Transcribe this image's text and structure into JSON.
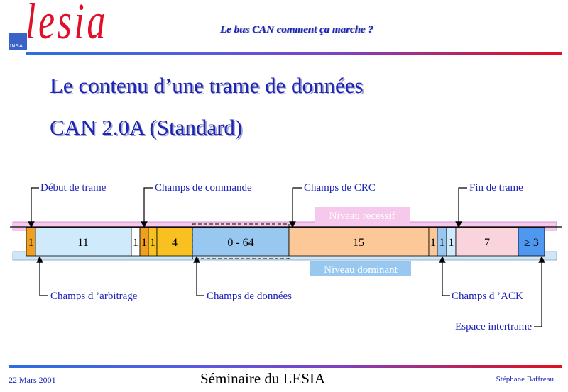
{
  "header": {
    "logo_text": "lesia",
    "logo_sub": "INSA",
    "title": "Le bus CAN comment ça marche ?"
  },
  "slide": {
    "title_line1": "Le contenu d’une trame de données",
    "title_line2": "CAN 2.0A (Standard)"
  },
  "levels": {
    "recessive": "Niveau recessif",
    "dominant": "Niveau dominant"
  },
  "frame_fields": {
    "sof": "1",
    "arbitration": "11",
    "ctrl_a": "1",
    "ctrl_b": "1",
    "ctrl_c": "1",
    "dlc": "4",
    "data": "0 - 64",
    "crc": "15",
    "crc_delim": "1",
    "ack_slot": "1",
    "ack_delim": "1",
    "eof": "7",
    "ifs": "≥ 3"
  },
  "callouts": {
    "start_of_frame": "Début de trame",
    "control_field": "Champs de commande",
    "crc_field": "Champs de CRC",
    "end_of_frame": "Fin de trame",
    "arbitration_field": "Champs d ’arbitrage",
    "data_field": "Champs de données",
    "ack_field": "Champs d ’ACK",
    "interframe_space": "Espace intertrame"
  },
  "colors": {
    "brand_blue": "#1c23b8",
    "brand_red": "#e0102a",
    "recessive_band": "#f6c8ec",
    "dominant_band": "#cfe6f6",
    "orange": "#f0a020",
    "light_blue": "#cfeafa",
    "gold": "#f8c020",
    "data_blue": "#98c8f0",
    "peach": "#fcc898",
    "pink": "#fad4dc",
    "ifs_blue": "#4f98f0"
  },
  "footer": {
    "date": "22 Mars 2001",
    "center": "Séminaire du LESIA",
    "author": "Stéphane Baffreau"
  }
}
